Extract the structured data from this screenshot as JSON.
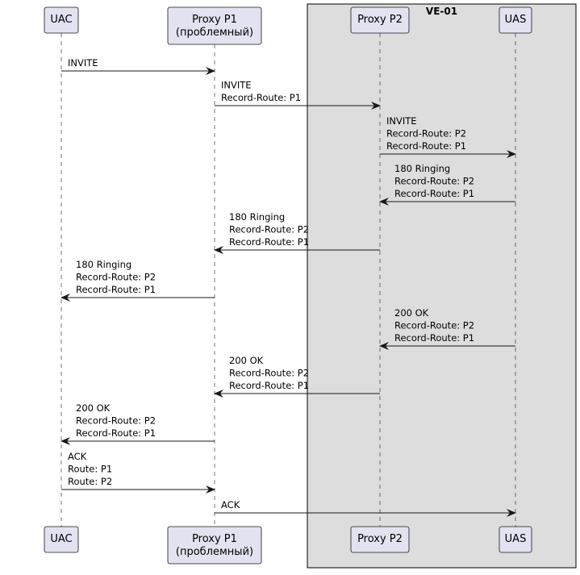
{
  "group": {
    "title": "VE-01",
    "fill": "#dddddd",
    "stroke": "#000000"
  },
  "style": {
    "participant_fill": "#e2e2f0",
    "participant_stroke": "#181818",
    "lifeline": "#181818",
    "arrow": "#181818"
  },
  "participants": [
    {
      "id": "uac",
      "lines": [
        "UAC"
      ]
    },
    {
      "id": "p1",
      "lines": [
        "Proxy P1",
        "(проблемный)"
      ]
    },
    {
      "id": "p2",
      "lines": [
        "Proxy P2"
      ]
    },
    {
      "id": "uas",
      "lines": [
        "UAS"
      ]
    }
  ],
  "messages": [
    {
      "from": "uac",
      "to": "p1",
      "lines": [
        "INVITE"
      ]
    },
    {
      "from": "p1",
      "to": "p2",
      "lines": [
        "INVITE",
        "Record-Route: P1"
      ]
    },
    {
      "from": "p2",
      "to": "uas",
      "lines": [
        "INVITE",
        "Record-Route: P2",
        "Record-Route: P1"
      ]
    },
    {
      "from": "uas",
      "to": "p2",
      "lines": [
        "180 Ringing",
        "Record-Route: P2",
        "Record-Route: P1"
      ]
    },
    {
      "from": "p2",
      "to": "p1",
      "lines": [
        "180 Ringing",
        "Record-Route: P2",
        "Record-Route: P1"
      ]
    },
    {
      "from": "p1",
      "to": "uac",
      "lines": [
        "180 Ringing",
        "Record-Route: P2",
        "Record-Route: P1"
      ]
    },
    {
      "from": "uas",
      "to": "p2",
      "lines": [
        "200 OK",
        "Record-Route: P2",
        "Record-Route: P1"
      ]
    },
    {
      "from": "p2",
      "to": "p1",
      "lines": [
        "200 OK",
        "Record-Route: P2",
        "Record-Route: P1"
      ]
    },
    {
      "from": "p1",
      "to": "uac",
      "lines": [
        "200 OK",
        "Record-Route: P2",
        "Record-Route: P1"
      ]
    },
    {
      "from": "uac",
      "to": "p1",
      "lines": [
        "ACK",
        "Route: P1",
        "Route: P2"
      ]
    },
    {
      "from": "p1",
      "to": "uas",
      "lines": [
        "ACK"
      ]
    }
  ]
}
